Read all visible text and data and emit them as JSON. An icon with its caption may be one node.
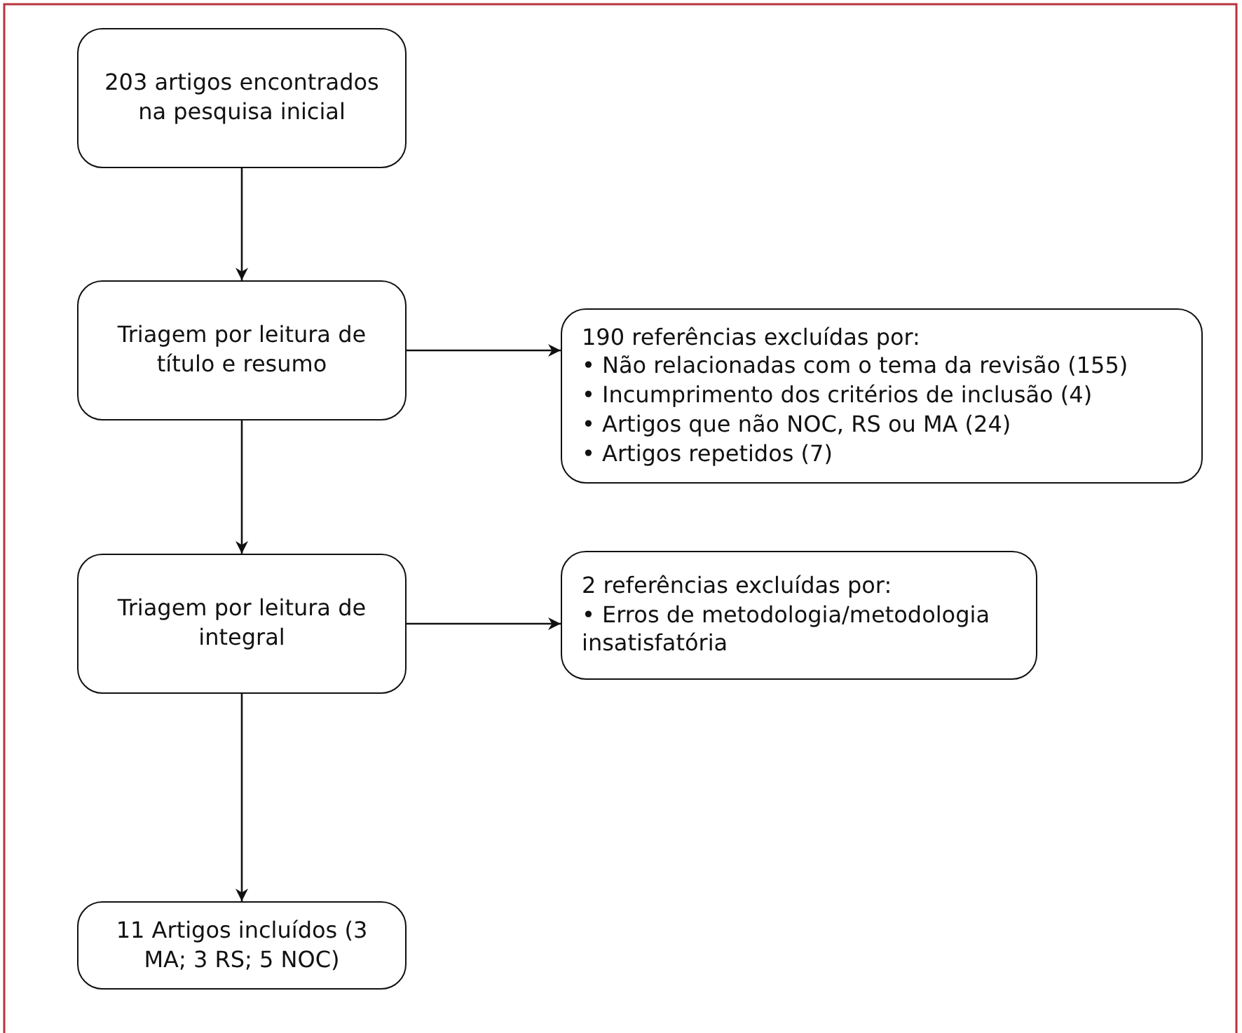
{
  "diagram": {
    "nodes": [
      {
        "text": [
          "203 artigos encontrados na pesquisa inicial"
        ]
      },
      {
        "text": [
          "Triagem por leitura de título e resumo"
        ]
      },
      {
        "text": [
          "190 referências excluídas por:",
          "• Não relacionadas com o tema da revisão (155)",
          "• Incumprimento dos critérios de inclusão (4)",
          "• Artigos que não NOC, RS ou MA (24)",
          "• Artigos repetidos (7)"
        ]
      },
      {
        "text": [
          "Triagem por leitura de integral"
        ]
      },
      {
        "text": [
          "2 referências excluídas por:",
          "• Erros de metodologia/metodologia insatisfatória"
        ]
      },
      {
        "text": [
          "11 Artigos incluídos (3 MA; 3 RS; 5 NOC)"
        ]
      }
    ],
    "edges": [
      {
        "from": 0,
        "to": 1,
        "arrow": "to"
      },
      {
        "from": 1,
        "to": 2,
        "arrow": "to"
      },
      {
        "from": 1,
        "to": 3,
        "arrow": "to"
      },
      {
        "from": 3,
        "to": 4,
        "arrow": "to"
      },
      {
        "from": 3,
        "to": 5,
        "arrow": "to"
      }
    ]
  }
}
